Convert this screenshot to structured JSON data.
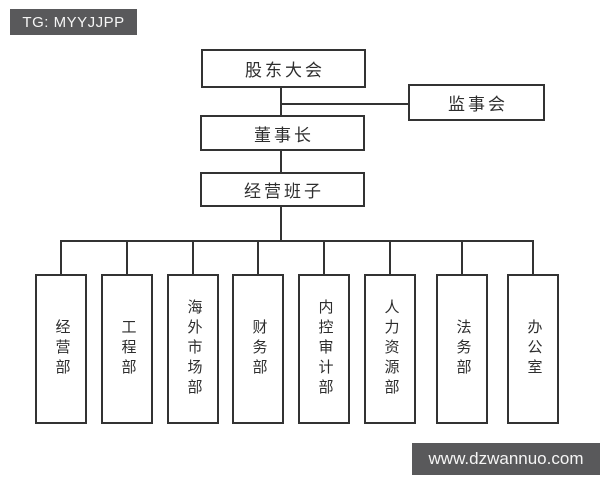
{
  "watermarks": {
    "telegram": "TG: MYYJJPP",
    "website": "www.dzwannuo.com"
  },
  "org_chart": {
    "type": "org-tree",
    "root": "股东大会",
    "side_node": "监事会",
    "level2": "董事长",
    "level3": "经营班子",
    "departments": [
      "经营部",
      "工程部",
      "海外市场部",
      "财务部",
      "内控审计部",
      "人力资源部",
      "法务部",
      "办公室"
    ]
  },
  "colors": {
    "badge_bg": "#59595b",
    "line": "#333333",
    "text": "#2e2e2e",
    "background": "#ffffff"
  }
}
